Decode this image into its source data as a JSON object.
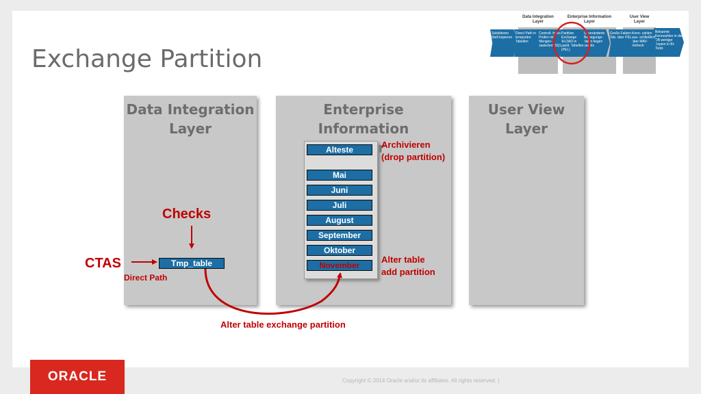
{
  "slide": {
    "title": "Exchange Partition",
    "copyright": "Copyright © 2014 Oracle and/or its affiliates. All rights reserved.  |",
    "logo": "ORACLE"
  },
  "panels": {
    "data_integration": {
      "line1": "Data  Integration",
      "line2": "Layer"
    },
    "enterprise": {
      "line1": "Enterprise Information",
      "line2": "Layer"
    },
    "user_view": {
      "line1": "User View",
      "line2": "Layer"
    }
  },
  "partitions": {
    "items": [
      "Alteste",
      "Mai",
      "Juni",
      "Juli",
      "August",
      "September",
      "Oktober",
      "November"
    ],
    "colors": {
      "normal": "#1c6ea4",
      "new": "#c00000"
    }
  },
  "annotations": {
    "archive_1": "Archivieren",
    "archive_2": "(drop partition)",
    "alter_1": "Alter table",
    "alter_2": "add partition",
    "checks": "Checks",
    "ctas": "CTAS",
    "direct_path": "Direct Path",
    "tmp_table": "Tmp_table",
    "exchange": "Alter table exchange partition"
  },
  "thumbnail": {
    "layers": [
      "Data  Integration Layer",
      "Enterprise Information Layer",
      "User View Layer"
    ],
    "steps": [
      "Selektieren Stell kopieren",
      "Direct Path in temporäre Tabellen",
      "Controll- freies Prüfen mit Mengen- basiertem SQL",
      "Partition Exchange &LOAD in partit. Tabellen (PEL)",
      "Unveränderte Bewegungs- daten liegen bereits",
      "Große Fakten-Tab. über PEL",
      "Kenn- zahlen aus- schließlich über MAV- Refresh",
      "Bekannte Kennzahlen in die DB weniger Kopien in BI-Tools"
    ]
  }
}
